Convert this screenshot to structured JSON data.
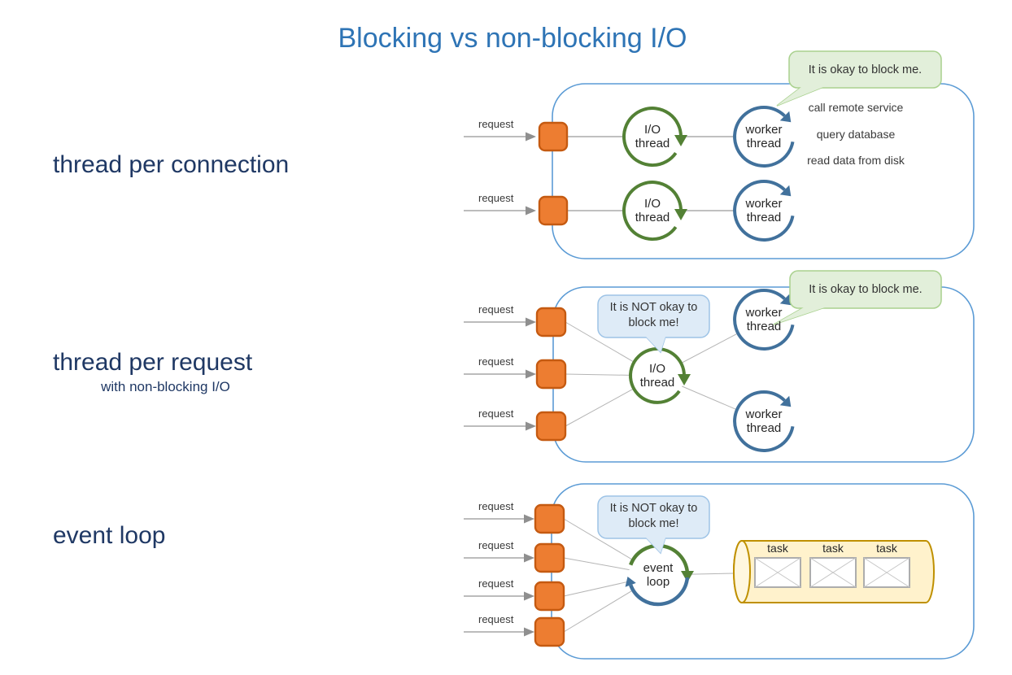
{
  "title": "Blocking vs non-blocking I/O",
  "sections": [
    {
      "title": "thread per connection",
      "requests": [
        "request",
        "request"
      ],
      "io_thread": {
        "line1": "I/O",
        "line2": "thread"
      },
      "worker_thread": {
        "line1": "worker",
        "line2": "thread"
      },
      "bubble_ok": "It is okay to block me.",
      "blocking_calls": [
        "call remote service",
        "query database",
        "read data from disk"
      ]
    },
    {
      "title": "thread per request",
      "subtitle": "with non-blocking I/O",
      "requests": [
        "request",
        "request",
        "request"
      ],
      "io_thread": {
        "line1": "I/O",
        "line2": "thread"
      },
      "worker_thread": {
        "line1": "worker",
        "line2": "thread"
      },
      "bubble_ok": "It is okay to block me.",
      "bubble_not_ok": {
        "line1": "It is NOT okay to",
        "line2": "block me!"
      }
    },
    {
      "title": "event loop",
      "requests": [
        "request",
        "request",
        "request",
        "request"
      ],
      "event_loop": {
        "line1": "event",
        "line2": "loop"
      },
      "bubble_not_ok": {
        "line1": "It is NOT okay to",
        "line2": "block me!"
      },
      "queue_tasks": [
        "task",
        "task",
        "task"
      ]
    }
  ],
  "colors": {
    "title": "#2E74B5",
    "section_label": "#1F3864",
    "container_border": "#5B9BD5",
    "request_box_fill": "#ED7D31",
    "request_box_border": "#C55A11",
    "io_thread_circle": "#538135",
    "worker_thread_circle": "#41719C",
    "bubble_ok_fill": "#E2EFDA",
    "bubble_ok_border": "#A9D18E",
    "bubble_not_ok_fill": "#DEEBF7",
    "bubble_not_ok_border": "#9DC3E6",
    "queue_fill": "#FFF2CC",
    "queue_border": "#BF9000",
    "connector_gray": "#A6A6A6"
  }
}
